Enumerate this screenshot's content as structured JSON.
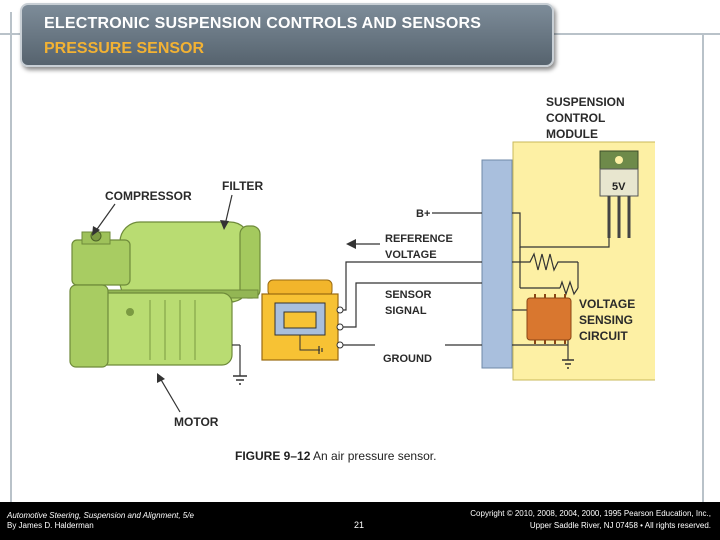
{
  "header": {
    "title_line1": "ELECTRONIC SUSPENSION CONTROLS AND SENSORS",
    "title_line2": "PRESSURE SENSOR"
  },
  "diagram": {
    "labels": {
      "module": [
        "SUSPENSION",
        "CONTROL",
        "MODULE"
      ],
      "regulator": "5V",
      "b_plus": "B+",
      "reference_voltage": [
        "REFERENCE",
        "VOLTAGE"
      ],
      "sensor_signal": [
        "SENSOR",
        "SIGNAL"
      ],
      "ground": "GROUND",
      "voltage_sensing": [
        "VOLTAGE",
        "SENSING",
        "CIRCUIT"
      ],
      "compressor": "COMPRESSOR",
      "filter": "FILTER",
      "motor": "MOTOR"
    },
    "colors": {
      "module": "#fdf0a4",
      "connector": "#a9bfdd",
      "compressor": "#b9dc72",
      "sensor": "#f7c234",
      "chip": "#d9772f",
      "regulator": "#6e8a4a",
      "wire": "#333333"
    }
  },
  "caption": {
    "figure": "FIGURE 9–12",
    "text": " An air pressure sensor."
  },
  "footer": {
    "left_line1": "Automotive Steering, Suspension and Alignment, 5/e",
    "left_line2": "By James D. Halderman",
    "page": "21",
    "right_line1": "Copyright © 2010, 2008, 2004, 2000, 1995 Pearson Education, Inc.,",
    "right_line2": "Upper Saddle River, NJ 07458 • All rights reserved."
  }
}
